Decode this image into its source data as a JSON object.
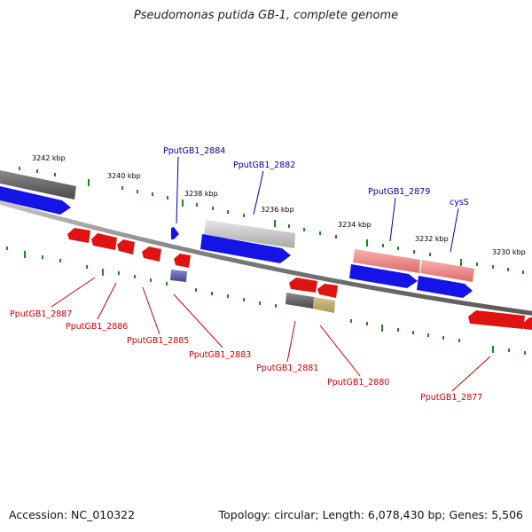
{
  "title": "Pseudomonas putida GB-1, complete genome",
  "footer": {
    "accession": "Accession: NC_010322",
    "topology": "Topology: circular; Length: 6,078,430 bp; Genes: 5,506"
  },
  "colors": {
    "forward_gene": "#1010e8",
    "reverse_gene": "#e01010",
    "forward_label": "#0000aa",
    "reverse_label": "#cc0000",
    "tick": "#1a8a1a",
    "backbone": "#808080"
  },
  "scale_labels": {
    "k3242": "3242 kbp",
    "k3240": "3240 kbp",
    "k3238": "3238 kbp",
    "k3236": "3236 kbp",
    "k3234": "3234 kbp",
    "k3232": "3232 kbp",
    "k3230": "3230 kbp"
  },
  "forward_genes": {
    "g2884": "PputGB1_2884",
    "g2882": "PputGB1_2882",
    "g2879": "PputGB1_2879",
    "cysS": "cysS"
  },
  "reverse_genes": {
    "g2887": "PputGB1_2887",
    "g2886": "PputGB1_2886",
    "g2885": "PputGB1_2885",
    "g2883": "PputGB1_2883",
    "g2881": "PputGB1_2881",
    "g2880": "PputGB1_2880",
    "g2877": "PputGB1_2877"
  }
}
